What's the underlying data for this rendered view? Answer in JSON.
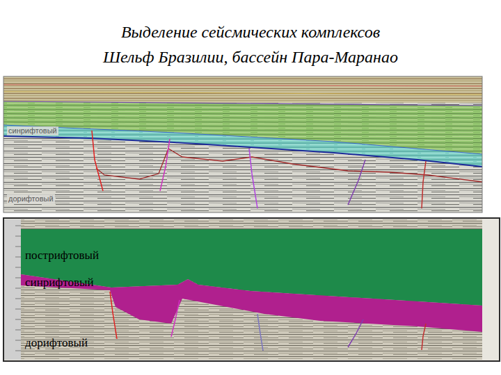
{
  "diagram": {
    "title": "Выделение сейсмических комплексов Шельф Бразилии, бассейн Пара-Маранао",
    "labels": [
      "синрифтовый",
      "дорифтовый",
      "пострифтовый",
      "синрифтовый",
      "дорифтовый"
    ]
  }
}
